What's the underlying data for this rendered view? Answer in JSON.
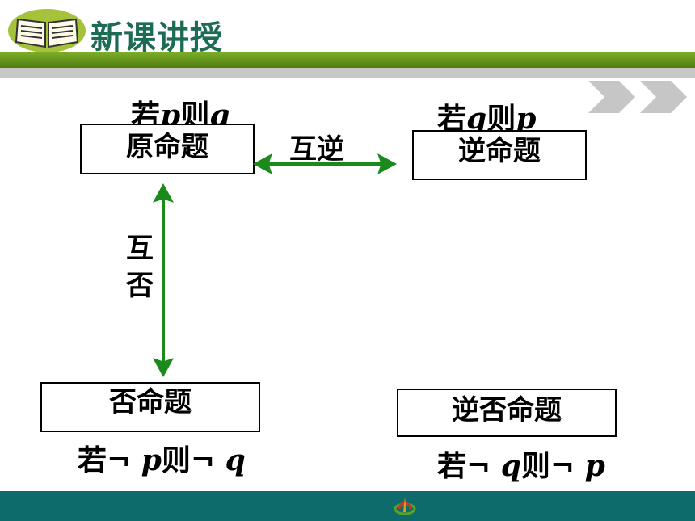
{
  "header": {
    "title": "新课讲授",
    "book_icon": "book-icon",
    "accent_color": "#4f7d12"
  },
  "diagram": {
    "original": {
      "box_label": "原命题",
      "form_pre": "若",
      "form_p": "p",
      "form_mid": "则",
      "form_q": "q"
    },
    "converse": {
      "box_label": "逆命题",
      "form_pre": "若",
      "form_p": "q",
      "form_mid": "则",
      "form_q": "p"
    },
    "inverse": {
      "box_label": "否命题",
      "form_pre": "若¬ ",
      "form_p": "p",
      "form_mid": "则¬ ",
      "form_q": "q"
    },
    "contrapositive": {
      "box_label": "逆否命题",
      "form_pre": "若¬ ",
      "form_p": "q",
      "form_mid": "则¬ ",
      "form_q": "p"
    },
    "relation_horizontal": "互逆",
    "relation_vertical_1": "互",
    "relation_vertical_2": "否",
    "arrow_color": "#1a8a1a"
  },
  "footer": {
    "color": "#0d6b6b",
    "logo_icon": "compass-logo-icon"
  }
}
